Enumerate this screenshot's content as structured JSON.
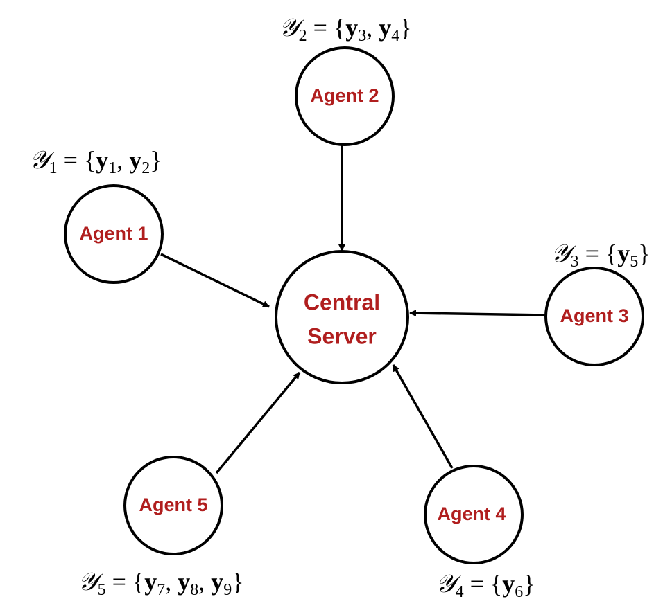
{
  "colors": {
    "label": "#b01e1e",
    "stroke": "#000000",
    "background": "#ffffff"
  },
  "server": {
    "line1": "Central",
    "line2": "Server"
  },
  "agents": [
    {
      "label": "Agent 1",
      "set_symbol": "𝒴",
      "set_index": "1",
      "elements": [
        {
          "v": "y",
          "i": "1"
        },
        {
          "v": "y",
          "i": "2"
        }
      ]
    },
    {
      "label": "Agent 2",
      "set_symbol": "𝒴",
      "set_index": "2",
      "elements": [
        {
          "v": "y",
          "i": "3"
        },
        {
          "v": "y",
          "i": "4"
        }
      ]
    },
    {
      "label": "Agent 3",
      "set_symbol": "𝒴",
      "set_index": "3",
      "elements": [
        {
          "v": "y",
          "i": "5"
        }
      ]
    },
    {
      "label": "Agent 4",
      "set_symbol": "𝒴",
      "set_index": "4",
      "elements": [
        {
          "v": "y",
          "i": "6"
        }
      ]
    },
    {
      "label": "Agent 5",
      "set_symbol": "𝒴",
      "set_index": "5",
      "elements": [
        {
          "v": "y",
          "i": "7"
        },
        {
          "v": "y",
          "i": "8"
        },
        {
          "v": "y",
          "i": "9"
        }
      ]
    }
  ],
  "edges": [
    {
      "from": "Agent 1",
      "to": "Central Server"
    },
    {
      "from": "Agent 2",
      "to": "Central Server"
    },
    {
      "from": "Agent 3",
      "to": "Central Server"
    },
    {
      "from": "Agent 4",
      "to": "Central Server"
    },
    {
      "from": "Agent 5",
      "to": "Central Server"
    }
  ]
}
